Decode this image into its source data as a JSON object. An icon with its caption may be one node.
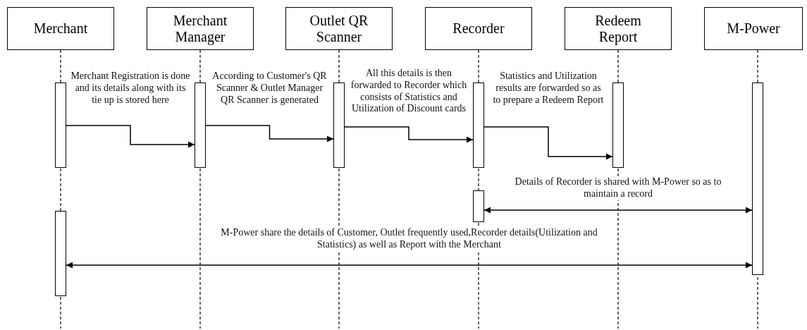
{
  "diagram": {
    "nodes": [
      {
        "text": [
          "Merchant"
        ]
      },
      {
        "text": [
          "Merchant Manager"
        ]
      },
      {
        "text": [
          "Outlet QR Scanner"
        ]
      },
      {
        "text": [
          "Recorder"
        ]
      },
      {
        "text": [
          "Redeem Report"
        ]
      },
      {
        "text": [
          "M-Power"
        ]
      },
      {
        "text": [],
        "shape": "bar"
      },
      {
        "text": [],
        "shape": "bar"
      },
      {
        "text": [],
        "shape": "bar"
      },
      {
        "text": [],
        "shape": "bar"
      },
      {
        "text": [],
        "shape": "bar"
      },
      {
        "text": [],
        "shape": "bar"
      },
      {
        "text": [],
        "shape": "bar"
      },
      {
        "text": [],
        "shape": "bar"
      }
    ],
    "edges": [
      {
        "from": 6,
        "to": 7,
        "arrow": "to",
        "label": "Merchant Registration is done and its details along with its tie up is stored here"
      },
      {
        "from": 7,
        "to": 8,
        "arrow": "to",
        "label": "According to Customer's QR Scanner & Outlet Manager QR Scanner is generated"
      },
      {
        "from": 8,
        "to": 9,
        "arrow": "to",
        "label": "All this details is then forwarded to Recorder which consists of Statistics and Utilization of Discount cards"
      },
      {
        "from": 9,
        "to": 10,
        "arrow": "to",
        "label": "Statistics and Utilization results are forwarded so as to prepare a Redeem Report"
      },
      {
        "from": 11,
        "to": 12,
        "arrow": "both",
        "label": "Details of Recorder is shared with M-Power so as to maintain a record"
      },
      {
        "from": 13,
        "to": 12,
        "arrow": "both",
        "label": "M-Power share the details of Customer, Outlet frequently used,Recorder details(Utilization and Statistics) as well as Report with the Merchant"
      }
    ]
  }
}
